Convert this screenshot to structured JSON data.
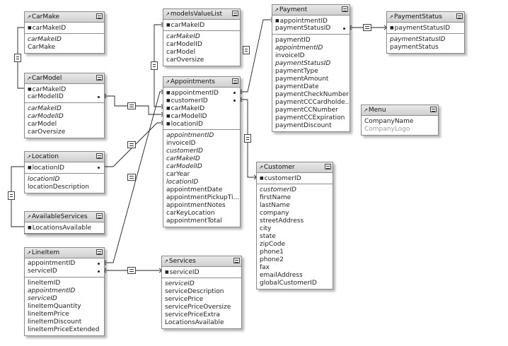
{
  "tables": [
    {
      "id": "carmake",
      "name": "CarMake",
      "keys": [
        {
          "label": "carMakeID",
          "bullet": true
        }
      ],
      "fields": [
        {
          "label": "carMakeID",
          "italic": true
        },
        {
          "label": "CarMake"
        }
      ]
    },
    {
      "id": "carmodel",
      "name": "CarModel",
      "keys": [
        {
          "label": "carMakeID",
          "bullet": true
        },
        {
          "label": "carModelID",
          "bullet": false,
          "dot": true
        }
      ],
      "fields": [
        {
          "label": "carMakeID",
          "italic": true
        },
        {
          "label": "carModelID",
          "italic": true
        },
        {
          "label": "carModel"
        },
        {
          "label": "carOversize"
        }
      ]
    },
    {
      "id": "location",
      "name": "Location",
      "keys": [
        {
          "label": "locationID",
          "bullet": true,
          "dot": true
        }
      ],
      "fields": [
        {
          "label": "locationID",
          "italic": true
        },
        {
          "label": "locationDescription"
        }
      ]
    },
    {
      "id": "availableservices",
      "name": "AvailableServices",
      "keys": [
        {
          "label": "LocationsAvailable",
          "bullet": true
        }
      ],
      "fields": []
    },
    {
      "id": "lineitem",
      "name": "LineItem",
      "keys": [
        {
          "label": "appointmentID",
          "dot": true
        },
        {
          "label": "serviceID",
          "dot": true
        }
      ],
      "fields": [
        {
          "label": "lineItemID"
        },
        {
          "label": "appointmentID",
          "italic": true
        },
        {
          "label": "serviceID",
          "italic": true
        },
        {
          "label": "lineItemQuantity"
        },
        {
          "label": "lineItemPrice"
        },
        {
          "label": "lineItemDiscount"
        },
        {
          "label": "lineItemPriceExtended"
        }
      ]
    },
    {
      "id": "modelsvaluelist",
      "name": "modelsValueList",
      "keys": [
        {
          "label": "carMakeID",
          "bullet": true
        }
      ],
      "fields": [
        {
          "label": "carMakeID",
          "italic": true
        },
        {
          "label": "carModelID"
        },
        {
          "label": "carModel"
        },
        {
          "label": "carOversize"
        }
      ]
    },
    {
      "id": "appointments",
      "name": "Appointments",
      "keys": [
        {
          "label": "appointmentID",
          "bullet": true,
          "dot": true
        },
        {
          "label": "customerID",
          "bullet": true,
          "dot": true
        },
        {
          "label": "carMakeID",
          "bullet": true
        },
        {
          "label": "carModelID",
          "bullet": true
        },
        {
          "label": "locationID",
          "bullet": true
        }
      ],
      "fields": [
        {
          "label": "appointmentID",
          "italic": true
        },
        {
          "label": "invoiceID"
        },
        {
          "label": "customerID",
          "italic": true
        },
        {
          "label": "carMakeID",
          "italic": true
        },
        {
          "label": "carModelID",
          "italic": true
        },
        {
          "label": "carYear"
        },
        {
          "label": "locationID",
          "italic": true
        },
        {
          "label": "appointmentDate"
        },
        {
          "label": "appointmentPickupTi..."
        },
        {
          "label": "appointmentNotes"
        },
        {
          "label": "carKeyLocation"
        },
        {
          "label": "appointmentTotal"
        }
      ]
    },
    {
      "id": "services",
      "name": "Services",
      "keys": [
        {
          "label": "serviceID",
          "bullet": true
        }
      ],
      "fields": [
        {
          "label": "serviceID",
          "italic": true
        },
        {
          "label": "serviceDescription"
        },
        {
          "label": "servicePrice"
        },
        {
          "label": "servicePriceOversize"
        },
        {
          "label": "servicePriceExtra"
        },
        {
          "label": "LocationsAvailable"
        }
      ]
    },
    {
      "id": "payment",
      "name": "Payment",
      "keys": [
        {
          "label": "appointmentID",
          "bullet": true
        },
        {
          "label": "paymentStatusID",
          "dot": true
        }
      ],
      "fields": [
        {
          "label": "paymentID"
        },
        {
          "label": "appointmentID",
          "italic": true
        },
        {
          "label": "invoiceID"
        },
        {
          "label": "paymentStatusID",
          "italic": true
        },
        {
          "label": "paymentType"
        },
        {
          "label": "paymentAmount"
        },
        {
          "label": "paymentDate"
        },
        {
          "label": "paymentCheckNumber"
        },
        {
          "label": "paymentCCCardholde..."
        },
        {
          "label": "paymentCCNumber"
        },
        {
          "label": "paymentCCExpiration"
        },
        {
          "label": "paymentDiscount"
        }
      ]
    },
    {
      "id": "paymentstatus",
      "name": "PaymentStatus",
      "keys": [
        {
          "label": "paymentStatusID",
          "bullet": true
        }
      ],
      "fields": [
        {
          "label": "paymentStatusID",
          "italic": true
        },
        {
          "label": "paymentStatus"
        }
      ]
    },
    {
      "id": "menu",
      "name": "Menu",
      "keys": [],
      "fields": [
        {
          "label": "CompanyName"
        },
        {
          "label": "CompanyLogo",
          "dim": true
        }
      ]
    },
    {
      "id": "customer",
      "name": "Customer",
      "keys": [
        {
          "label": "customerID",
          "bullet": true
        }
      ],
      "fields": [
        {
          "label": "customerID",
          "italic": true
        },
        {
          "label": "firstName"
        },
        {
          "label": "lastName"
        },
        {
          "label": "company"
        },
        {
          "label": "streetAddress"
        },
        {
          "label": "city"
        },
        {
          "label": "state"
        },
        {
          "label": "zipCode"
        },
        {
          "label": "phone1"
        },
        {
          "label": "phone2"
        },
        {
          "label": "fax"
        },
        {
          "label": "emailAddress"
        },
        {
          "label": "globalCustomerID"
        }
      ]
    }
  ],
  "relationships": [
    {
      "from": "carmake.carMakeID",
      "to": "carmodel.carMakeID",
      "operator": "="
    },
    {
      "from": "location.locationID",
      "to": "availableservices.LocationsAvailable",
      "operator": "="
    },
    {
      "from": "carmodel.carModelID",
      "to": "appointments.carModelID",
      "operator": "="
    },
    {
      "from": "location.locationID",
      "to": "appointments.locationID",
      "operator": "="
    },
    {
      "from": "lineitem.appointmentID",
      "to": "appointments.appointmentID",
      "operator": "="
    },
    {
      "from": "lineitem.serviceID",
      "to": "services.serviceID",
      "operator": "="
    },
    {
      "from": "modelsvaluelist.carMakeID",
      "to": "appointments.carMakeID",
      "operator": "="
    },
    {
      "from": "appointments.appointmentID",
      "to": "payment.appointmentID",
      "operator": "="
    },
    {
      "from": "appointments.customerID",
      "to": "customer.customerID",
      "operator": "="
    },
    {
      "from": "payment.paymentStatusID",
      "to": "paymentstatus.paymentStatusID",
      "operator": "="
    }
  ]
}
